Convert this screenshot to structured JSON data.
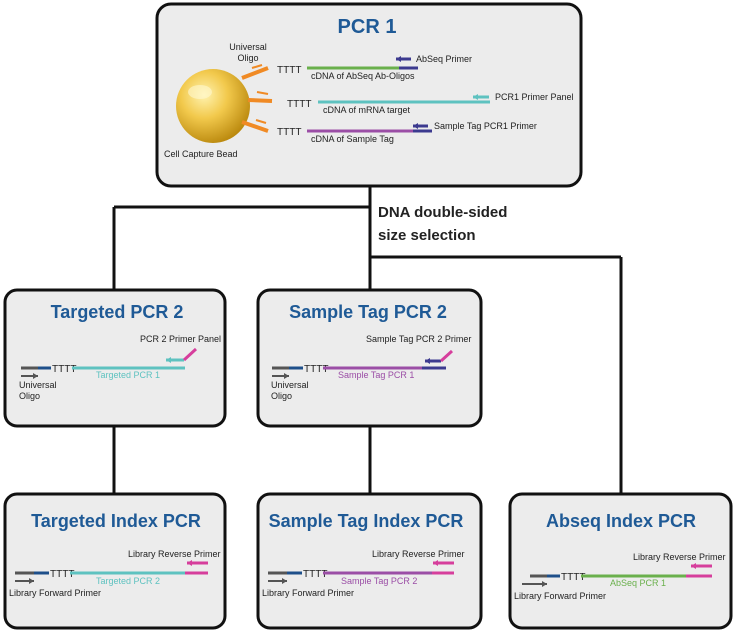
{
  "colors": {
    "title": "#1f5a96",
    "box_fill": "#ececec",
    "teal": "#5ec2c0",
    "purple": "#9b4ea6",
    "green": "#6ab04c",
    "navy": "#3c3a8f",
    "magenta": "#d63e9c",
    "orange": "#f08a24",
    "dark_blue": "#1e4f8a",
    "gold": "#f2c94c"
  },
  "pcr1": {
    "title": "PCR 1",
    "universal_oligo": [
      "Universal",
      "Oligo"
    ],
    "bead_label": "Cell Capture Bead",
    "poly_t": "TTTT",
    "abseq_primer": "AbSeq Primer",
    "abseq_cdna": "cDNA of AbSeq Ab-Oligos",
    "panel_primer": "PCR1 Primer Panel",
    "mrna_cdna": "cDNA of mRNA target",
    "sample_tag_primer": "Sample Tag PCR1 Primer",
    "sample_tag_cdna": "cDNA of Sample Tag"
  },
  "selection": [
    "DNA double-sided",
    "size selection"
  ],
  "targeted_pcr2": {
    "title": "Targeted PCR 2",
    "primer": "PCR 2 Primer Panel",
    "poly_t": "TTTT",
    "product": "Targeted PCR 1",
    "universal_oligo": [
      "Universal",
      "Oligo"
    ]
  },
  "sample_tag_pcr2": {
    "title": "Sample Tag PCR 2",
    "primer": "Sample Tag PCR 2 Primer",
    "poly_t": "TTTT",
    "product": "Sample Tag PCR 1",
    "universal_oligo": [
      "Universal",
      "Oligo"
    ]
  },
  "targeted_index": {
    "title": "Targeted Index PCR",
    "reverse": "Library Reverse Primer",
    "poly_t": "TTTT",
    "product": "Targeted PCR 2",
    "forward": "Library Forward Primer"
  },
  "sample_tag_index": {
    "title": "Sample Tag Index PCR",
    "reverse": "Library Reverse Primer",
    "poly_t": "TTTT",
    "product": "Sample Tag PCR 2",
    "forward": "Library Forward Primer"
  },
  "abseq_index": {
    "title": "Abseq Index PCR",
    "reverse": "Library Reverse Primer",
    "poly_t": "TTTT",
    "product": "AbSeq PCR 1",
    "forward": "Library Forward Primer"
  }
}
